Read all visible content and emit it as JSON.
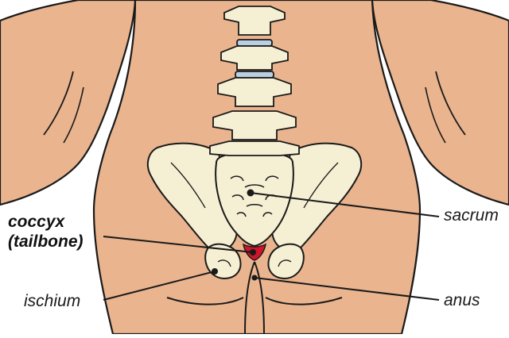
{
  "diagram": {
    "labels": {
      "coccyx_line1": "coccyx",
      "coccyx_line2": "(tailbone)",
      "sacrum": "sacrum",
      "ischium": "ischium",
      "anus": "anus"
    },
    "colors": {
      "skin": "#E9B48E",
      "bone": "#F5EFD3",
      "disc": "#B9CFE2",
      "coccyx_highlight": "#D0142A",
      "outline": "#1A1A1A"
    }
  }
}
